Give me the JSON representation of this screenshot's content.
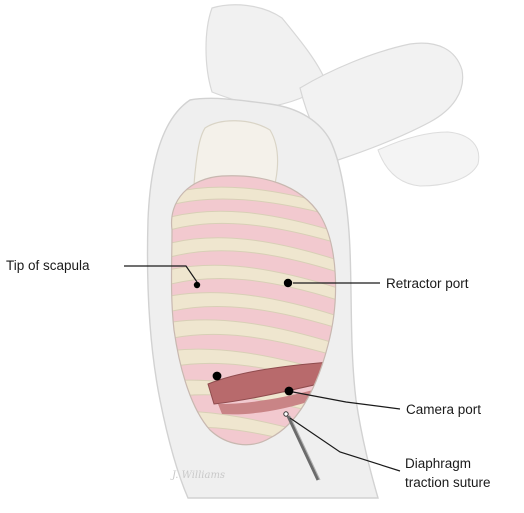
{
  "figure": {
    "labels": {
      "tip_of_scapula": "Tip of scapula",
      "retractor_port": "Retractor port",
      "camera_port": "Camera port",
      "diaphragm_line1": "Diaphragm",
      "diaphragm_line2": "traction suture"
    },
    "signature_text": "J. Williams"
  },
  "colors": {
    "skin": "#eeeeee",
    "skin_outline": "#d2d2d2",
    "rib": "#efe6cf",
    "intercostal": "#f2c9cf",
    "diaphragm": "#b86a6c",
    "marker": "#000000"
  }
}
